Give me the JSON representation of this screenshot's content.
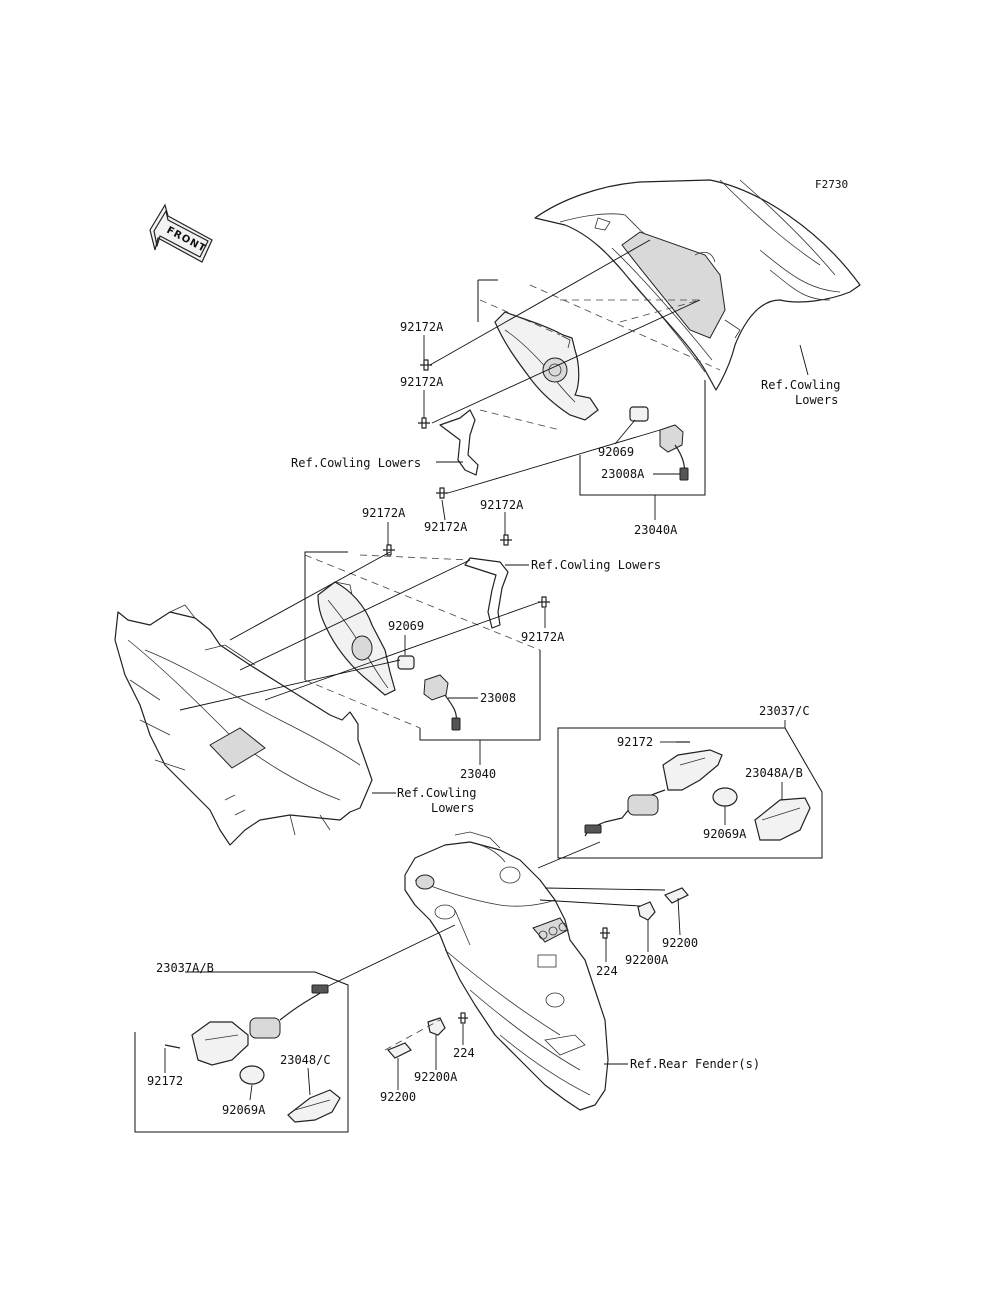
{
  "figure_code": "F2730",
  "front_label": "FRONT",
  "labels": {
    "l92172A_1": "92172A",
    "l92172A_2": "92172A",
    "l92172A_3": "92172A",
    "l92172A_4": "92172A",
    "l92172A_5": "92172A",
    "l92172A_6": "92172A",
    "refCowlLowers_top_l1": "Ref.Cowling",
    "refCowlLowers_top_l2": "Lowers",
    "refCowlLowers_mid": "Ref.Cowling Lowers",
    "refCowlLowers_right": "Ref.Cowling Lowers",
    "refCowlLowers_bot_l1": "Ref.Cowling",
    "refCowlLowers_bot_l2": "Lowers",
    "p92069_1": "92069",
    "p92069_2": "92069",
    "p23008A": "23008A",
    "p23040A": "23040A",
    "p23008": "23008",
    "p23040": "23040",
    "p23037C": "23037/C",
    "p92172_1": "92172",
    "p23048AB": "23048A/B",
    "p92069A_1": "92069A",
    "p92200_1": "92200",
    "p92200A_1": "92200A",
    "p224_1": "224",
    "refRearFender": "Ref.Rear Fender(s)",
    "p23037AB": "23037A/B",
    "p224_2": "224",
    "p92200A_2": "92200A",
    "p92200_2": "92200",
    "p92172_2": "92172",
    "p23048C": "23048/C",
    "p92069A_2": "92069A"
  }
}
